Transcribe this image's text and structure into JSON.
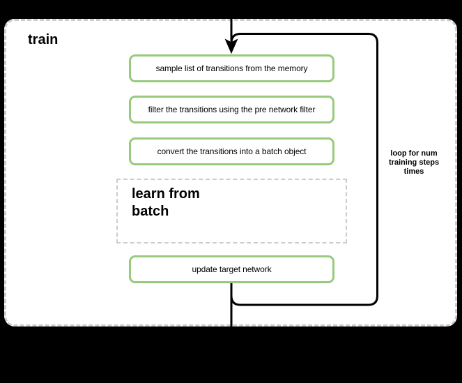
{
  "train": {
    "title": "train",
    "steps": [
      {
        "label": "sample list of transitions from the memory"
      },
      {
        "label": "filter the transitions using the pre network filter"
      },
      {
        "label": "convert the transitions into a batch object"
      },
      {
        "label": "update target network"
      }
    ],
    "subprocess": {
      "label": "learn from batch"
    },
    "loop_label": "loop for num training steps times",
    "loop_label_lines": [
      "loop for num",
      "training steps",
      "times"
    ],
    "colors": {
      "step_border": "#97ca7d",
      "dashed_border": "#cccccc",
      "connector": "#000000",
      "container_bg": "#ffffff",
      "canvas_bg": "#000000",
      "text": "#000000"
    }
  }
}
